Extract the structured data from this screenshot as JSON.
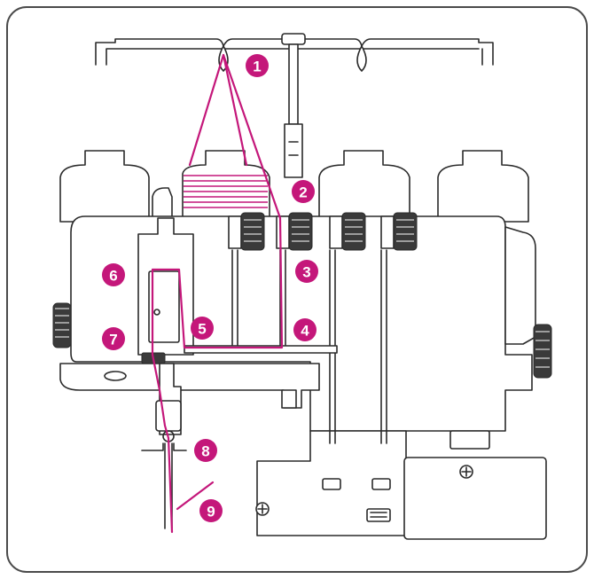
{
  "colors": {
    "thread": "#c4177a",
    "outline": "#2a2a2a",
    "frame": "#4a4a4a",
    "background": "#ffffff"
  },
  "badges": [
    {
      "label": "1"
    },
    {
      "label": "2"
    },
    {
      "label": "3"
    },
    {
      "label": "4"
    },
    {
      "label": "5"
    },
    {
      "label": "6"
    },
    {
      "label": "7"
    },
    {
      "label": "8"
    },
    {
      "label": "9"
    }
  ]
}
